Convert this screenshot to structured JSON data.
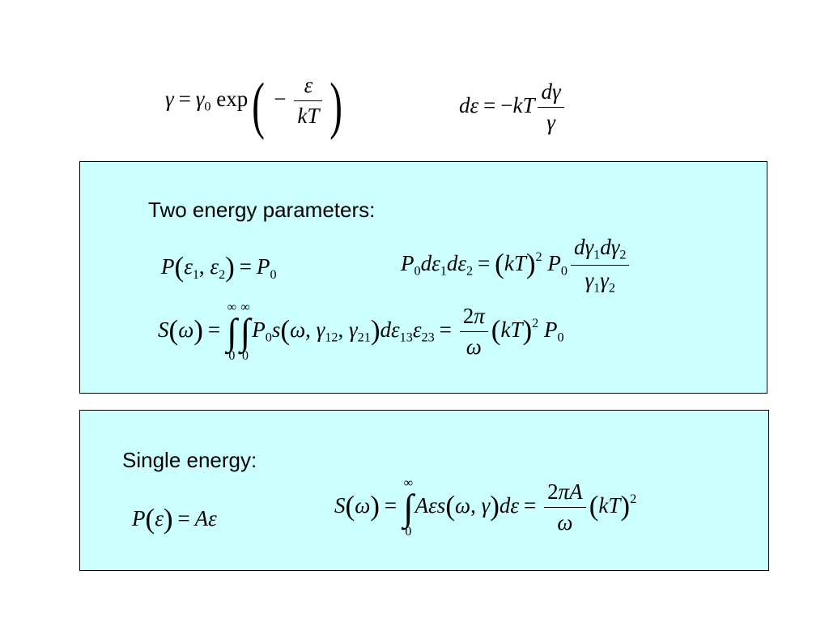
{
  "top_equations": {
    "gamma_law": "γ = γ₀ exp(−ε / kT)",
    "differential": "dε = −kT dγ / γ"
  },
  "panel_two_energy": {
    "heading": "Two energy parameters:",
    "eq_probability": "P(ε₁, ε₂) = P₀",
    "eq_differential": "P₀dε₁dε₂ = (kT)² P₀ dγ₁dγ₂ / γ₁γ₂",
    "eq_spectrum": "S(ω) = ∫₀^∞∫₀^∞ P₀s(ω, γ₁₂, γ₂₁)dε₁₃ε₂₃ = 2π/ω (kT)² P₀"
  },
  "panel_single_energy": {
    "heading": "Single energy:",
    "eq_probability": "P(ε) = Aε",
    "eq_spectrum": "S(ω) = ∫₀^∞ Aεs(ω, γ)dε = 2πA/ω (kT)²"
  },
  "colors": {
    "panel_fill": "#ccffff",
    "panel_border": "#000000",
    "background": "#ffffff"
  }
}
